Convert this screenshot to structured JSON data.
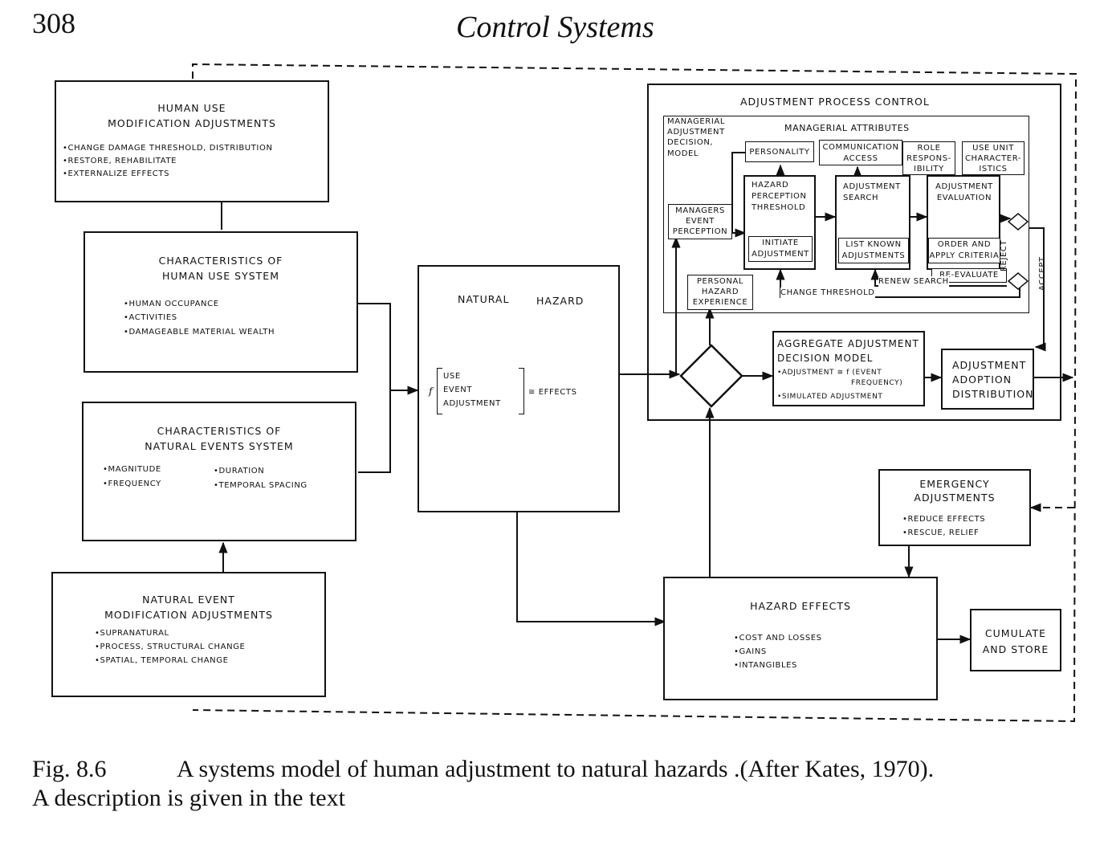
{
  "header": {
    "page_number": "308",
    "running_title": "Control Systems"
  },
  "boxes": {
    "human_use_mod": {
      "title1": "HUMAN USE",
      "title2": "MODIFICATION ADJUSTMENTS",
      "items": [
        "•CHANGE DAMAGE THRESHOLD, DISTRIBUTION",
        "•RESTORE, REHABILITATE",
        "•EXTERNALIZE EFFECTS"
      ]
    },
    "char_human_use": {
      "title1": "CHARACTERISTICS OF",
      "title2": "HUMAN USE SYSTEM",
      "items": [
        "•HUMAN OCCUPANCE",
        "•ACTIVITIES",
        "•DAMAGEABLE MATERIAL WEALTH"
      ]
    },
    "char_natural": {
      "title1": "CHARACTERISTICS OF",
      "title2": "NATURAL EVENTS SYSTEM",
      "items": [
        "•MAGNITUDE",
        "•FREQUENCY",
        "•DURATION",
        "•TEMPORAL SPACING"
      ]
    },
    "natural_event_mod": {
      "title1": "NATURAL EVENT",
      "title2": "MODIFICATION ADJUSTMENTS",
      "items": [
        "•SUPRANATURAL",
        "•PROCESS, STRUCTURAL CHANGE",
        "•SPATIAL, TEMPORAL CHANGE"
      ]
    },
    "natural_hazard": {
      "title1": "NATURAL",
      "title2": "HAZARD",
      "f": "f",
      "args": [
        "USE",
        "EVENT",
        "ADJUSTMENT"
      ],
      "eq": "≅ EFFECTS"
    },
    "adj_process": {
      "title": "ADJUSTMENT  PROCESS  CONTROL"
    },
    "managerial_model": {
      "lines": [
        "MANAGERIAL",
        "ADJUSTMENT",
        "DECISION,",
        "MODEL"
      ]
    },
    "managerial_attr": {
      "title": "MANAGERIAL  ATTRIBUTES"
    },
    "personality": "PERSONALITY",
    "communication": {
      "l1": "COMMUNICATION",
      "l2": "ACCESS"
    },
    "role": {
      "l1": "ROLE",
      "l2": "RESPONS-",
      "l3": "IBILITY"
    },
    "use_unit": {
      "l1": "USE  UNIT",
      "l2": "CHARACTER-",
      "l3": "ISTICS"
    },
    "hazard_perception": {
      "l1": "HAZARD",
      "l2": "PERCEPTION",
      "l3": "THRESHOLD"
    },
    "initiate": {
      "l1": "INITIATE",
      "l2": "ADJUSTMENT"
    },
    "adj_search": {
      "l1": "ADJUSTMENT",
      "l2": "SEARCH"
    },
    "list_known": {
      "l1": "LIST KNOWN",
      "l2": "ADJUSTMENTS"
    },
    "adj_evaluation": {
      "l1": "ADJUSTMENT",
      "l2": "EVALUATION"
    },
    "order_apply": {
      "l1": "ORDER  AND",
      "l2": "APPLY CRITERIA"
    },
    "reevaluate": "RE-EVALUATE",
    "reject": "REJECT",
    "accept": "ACCEPT",
    "managers_event": {
      "l1": "MANAGERS",
      "l2": "EVENT",
      "l3": "PERCEPTION"
    },
    "personal_hazard": {
      "l1": "PERSONAL",
      "l2": "HAZARD",
      "l3": "EXPERIENCE"
    },
    "change_threshold": "CHANGE THRESHOLD",
    "renew_search": "RENEW  SEARCH",
    "aggregate": {
      "l1": "AGGREGATE ADJUSTMENT",
      "l2": "DECISION MODEL",
      "i1": "•ADJUSTMENT ≅ f (EVENT",
      "i2": "FREQUENCY)",
      "i3": "•SIMULATED  ADJUSTMENT"
    },
    "adoption": {
      "l1": "ADJUSTMENT",
      "l2": "ADOPTION",
      "l3": "DISTRIBUTION"
    },
    "emergency": {
      "title1": "EMERGENCY",
      "title2": "ADJUSTMENTS",
      "items": [
        "•REDUCE  EFFECTS",
        "•RESCUE,  RELIEF"
      ]
    },
    "hazard_effects": {
      "title": "HAZARD EFFECTS",
      "items": [
        "•COST  AND  LOSSES",
        "•GAINS",
        "•INTANGIBLES"
      ]
    },
    "cumulate": {
      "l1": "CUMULATE",
      "l2": "AND  STORE"
    }
  },
  "caption": {
    "label": "Fig. 8.6",
    "text": "A systems model of human adjustment to natural hazards .(After Kates, 1970).",
    "text2": "A description is given in the text"
  }
}
